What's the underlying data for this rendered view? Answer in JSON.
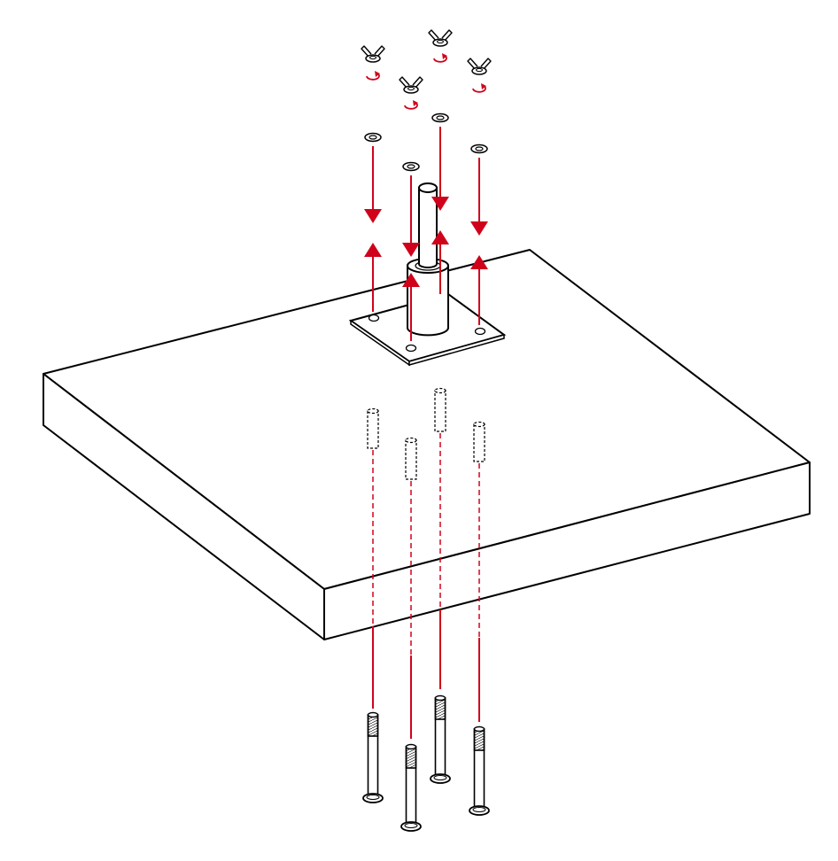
{
  "diagram": {
    "kind": "exploded-assembly",
    "components": [
      {
        "name": "slab",
        "count": 1
      },
      {
        "name": "base-plate",
        "count": 1
      },
      {
        "name": "post-sleeve",
        "count": 1
      },
      {
        "name": "post-pin",
        "count": 1
      },
      {
        "name": "wing-nut",
        "count": 4
      },
      {
        "name": "washer",
        "count": 4
      },
      {
        "name": "threaded-insert",
        "count": 4
      },
      {
        "name": "bolt",
        "count": 4
      }
    ],
    "icons": [
      "wing-nut-icon",
      "rotate-arrow-icon",
      "washer-icon",
      "bolt-icon",
      "insert-icon"
    ],
    "colors": {
      "line": "#000000",
      "arrow": "#d0021b",
      "fill": "#ffffff",
      "dash": "#d0021b"
    }
  }
}
